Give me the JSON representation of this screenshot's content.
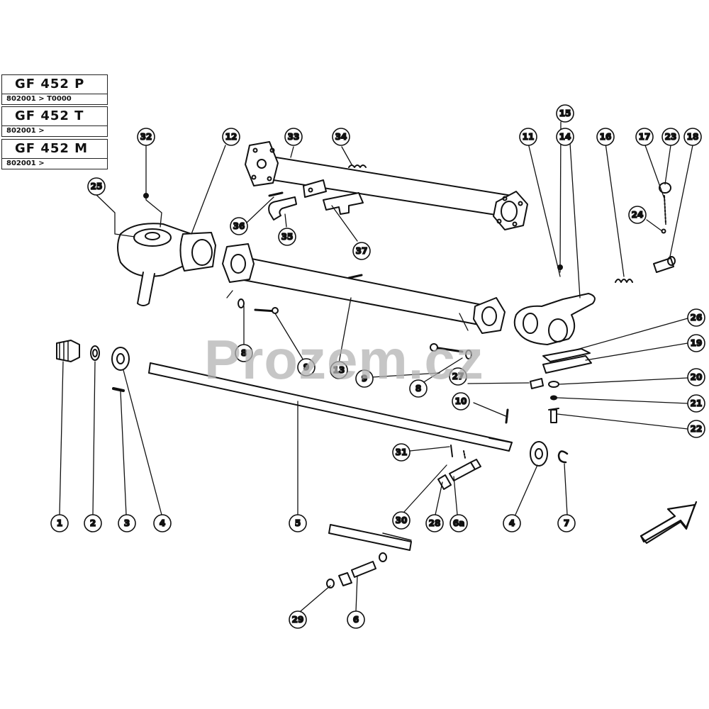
{
  "models": [
    {
      "name": "GF 452   P",
      "serial": "802001   >   T0000"
    },
    {
      "name": "GF 452   T",
      "serial": "802001   >"
    },
    {
      "name": "GF 452   M",
      "serial": "802001   >"
    }
  ],
  "watermark": "Prozem.cz",
  "callouts": {
    "c1": "1",
    "c2": "2",
    "c3": "3",
    "c4a": "4",
    "c4b": "4",
    "c5": "5",
    "c6": "6",
    "c6a": "6a",
    "c7": "7",
    "c8a": "8",
    "c8b": "8",
    "c9a": "9",
    "c9b": "9",
    "c10": "10",
    "c11": "11",
    "c12": "12",
    "c13": "13",
    "c14": "14",
    "c15": "15",
    "c16": "16",
    "c17": "17",
    "c18": "18",
    "c19": "19",
    "c20": "20",
    "c21": "21",
    "c22": "22",
    "c23": "23",
    "c24": "24",
    "c25": "25",
    "c26": "26",
    "c27": "27",
    "c28": "28",
    "c29": "29",
    "c30": "30",
    "c31": "31",
    "c32": "32",
    "c33": "33",
    "c34": "34",
    "c35": "35",
    "c36": "36",
    "c37": "37"
  },
  "colors": {
    "ink": "#111111",
    "watermark": "#b4b4b4",
    "paper": "#ffffff"
  }
}
